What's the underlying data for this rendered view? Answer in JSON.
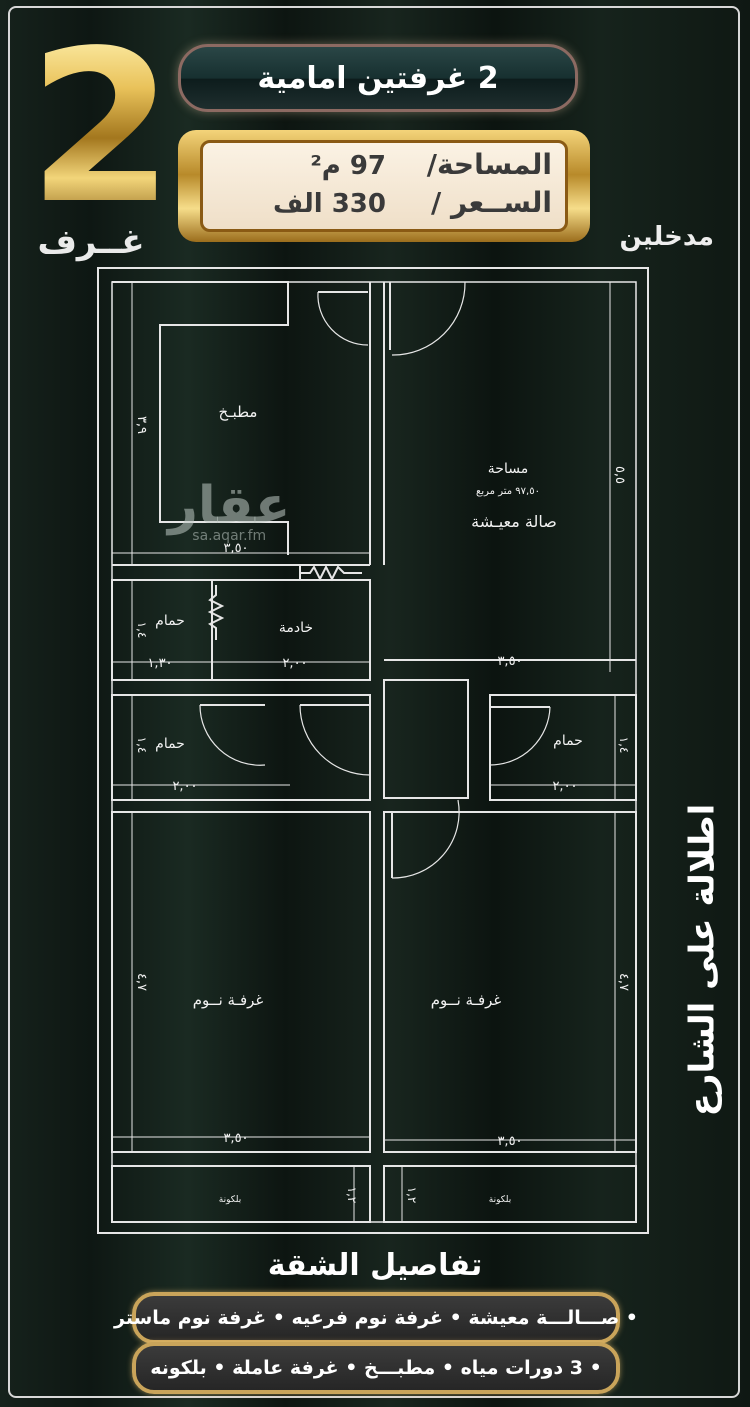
{
  "header": {
    "big_number": "2",
    "rooms_label": "غــرف",
    "title": "2 غرفتين  امامية",
    "entrances": "مدخلين"
  },
  "info": {
    "area_label": "المساحة/",
    "area_value": "97 م²",
    "price_label": "الســعر /",
    "price_value": "330 الف"
  },
  "floor_plan": {
    "rooms": {
      "kitchen": "مطبـخ",
      "living_area_label": "مساحة",
      "living_area_value": "٩٧,٥٠ متر مربع",
      "living_room": "صالة معيـشة",
      "maid_room": "خادمة",
      "bathroom_1": "حمام",
      "bathroom_2": "حمام",
      "bathroom_3": "حمام",
      "bedroom_1": "غرفـة نــوم",
      "bedroom_2": "غرفـة نــوم",
      "balcony_1": "بلكونة",
      "balcony_2": "بلكونة"
    },
    "dimensions": {
      "kitchen_height": "٣,٩",
      "kitchen_width": "٣,٥٠",
      "living_height": "٥,٥",
      "living_width": "٣,٥٠",
      "bath1_height": "١,٤",
      "bath1_width": "١,٣٠",
      "maid_width": "٢,٠٠",
      "bath2_height": "١,٤",
      "bath2_width": "٢,٠٠",
      "bath3_height": "١,٤",
      "bath3_width": "٢,٠٠",
      "bed1_height": "٤,٧",
      "bed1_width": "٣,٥٠",
      "bed2_height": "٤,٧",
      "bed2_width": "٣,٥٠",
      "balc1_height": "١,٢",
      "balc2_height": "١,٢"
    }
  },
  "side_label": "اطلالة على الشارع",
  "watermark": {
    "brand": "عقار",
    "url": "sa.aqar.fm"
  },
  "details": {
    "title": "تفاصيل الشقة",
    "line1": "• صـــالـــة معيشة • غرفة نوم فرعيه • غرفة نوم ماستر",
    "line2": "• 3 دورات مياه   • مطبـــخ   • غرفة عاملة    • بلكونه"
  },
  "colors": {
    "background": "#0f1612",
    "gold": "#e8c35a",
    "line": "#e6e6e6"
  }
}
